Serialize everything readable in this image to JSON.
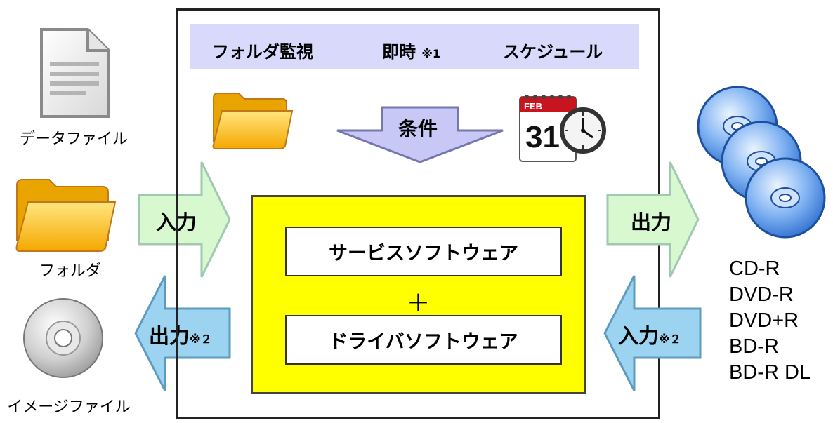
{
  "left": {
    "data_file_label": "データファイル",
    "folder_label": "フォルダ",
    "image_file_label": "イメージファイル"
  },
  "triggers": {
    "folder_watch": "フォルダ監視",
    "immediate": "即時",
    "immediate_note": "※1",
    "schedule": "スケジュール"
  },
  "condition_label": "条件",
  "calendar": {
    "month": "FEB",
    "day": "31"
  },
  "software": {
    "service": "サービスソフトウェア",
    "plus": "＋",
    "driver": "ドライバソフトウェア"
  },
  "arrows": {
    "input_left": "入力",
    "output_left": "出力",
    "output_left_note": "※２",
    "output_right": "出力",
    "input_right": "入力",
    "input_right_note": "※２"
  },
  "media": [
    "CD-R",
    "DVD-R",
    "DVD+R",
    "BD-R",
    "BD-R DL"
  ],
  "colors": {
    "trigger_bar": "#d9d9fb",
    "condition_arrow": "#c8c8f7",
    "software_panel": "#ffff00",
    "input_arrow": "#d8f8d0",
    "output_arrow": "#9cd3f0",
    "disc_blue": "#4a8ee6",
    "folder": "#ffcc00"
  }
}
